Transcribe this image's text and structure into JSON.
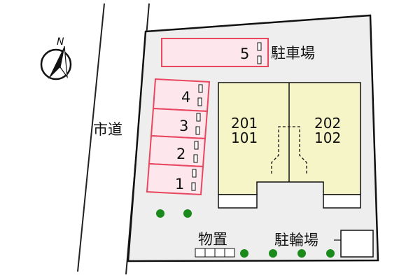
{
  "compass": {
    "label": "N",
    "icon": "compass-north-icon"
  },
  "road": {
    "label": "市道"
  },
  "parking": {
    "label": "駐車場",
    "slots": [
      {
        "number": "5"
      },
      {
        "number": "4"
      },
      {
        "number": "3"
      },
      {
        "number": "2"
      },
      {
        "number": "1"
      }
    ]
  },
  "building": {
    "units": [
      {
        "upper": "201",
        "lower": "101"
      },
      {
        "upper": "202",
        "lower": "102"
      }
    ]
  },
  "storage": {
    "label": "物置"
  },
  "bicycle_parking": {
    "label": "駐輪場"
  },
  "colors": {
    "parking_fill": "#fde7ec",
    "parking_stroke": "#e8475f",
    "building_fill": "#f6f5c8",
    "lot_fill": "#eeeeee",
    "tree": "#1a8a1a"
  }
}
